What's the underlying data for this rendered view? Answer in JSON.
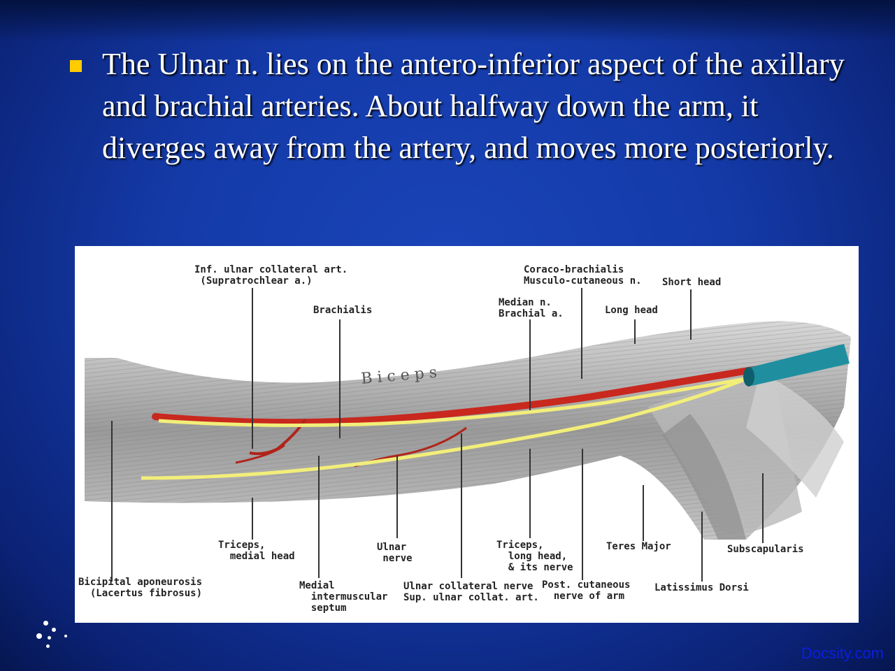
{
  "slide": {
    "bullet_text": "The Ulnar n. lies on the antero-inferior aspect of the axillary and brachial arteries.  About halfway down the arm, it diverges away from the artery, and moves more posteriorly."
  },
  "figure": {
    "labels": {
      "inf_ulnar": "Inf. ulnar collateral art.\n (Supratrochlear a.)",
      "brachialis": "Brachialis",
      "coraco": "Coraco-brachialis\nMusculo-cutaneous n.",
      "short_head": "Short head",
      "median": "Median n.\nBrachial a.",
      "long_head": "Long head",
      "biceps": "B i c e p s",
      "triceps_medial": "Triceps,\n  medial head",
      "ulnar_nerve": "Ulnar\n nerve",
      "triceps_long": "Triceps,\n  long head,\n  & its nerve",
      "teres_major": "Teres Major",
      "subscapularis": "Subscapularis",
      "bicipital": "Bicipital aponeurosis\n  (Lacertus fibrosus)",
      "medial_septum": "Medial\n  intermuscular\n  septum",
      "ulnar_collateral": "Ulnar collateral nerve\nSup. ulnar collat. art.",
      "post_cutaneous": "Post. cutaneous\n  nerve of arm",
      "latissimus": "Latissimus Dorsi"
    }
  },
  "footer": {
    "watermark": "Docsity.com"
  },
  "colors": {
    "bullet": "#ffcc00",
    "artery": "#c8281e",
    "nerve": "#f2ee7a",
    "vein": "#1f8fa0"
  }
}
